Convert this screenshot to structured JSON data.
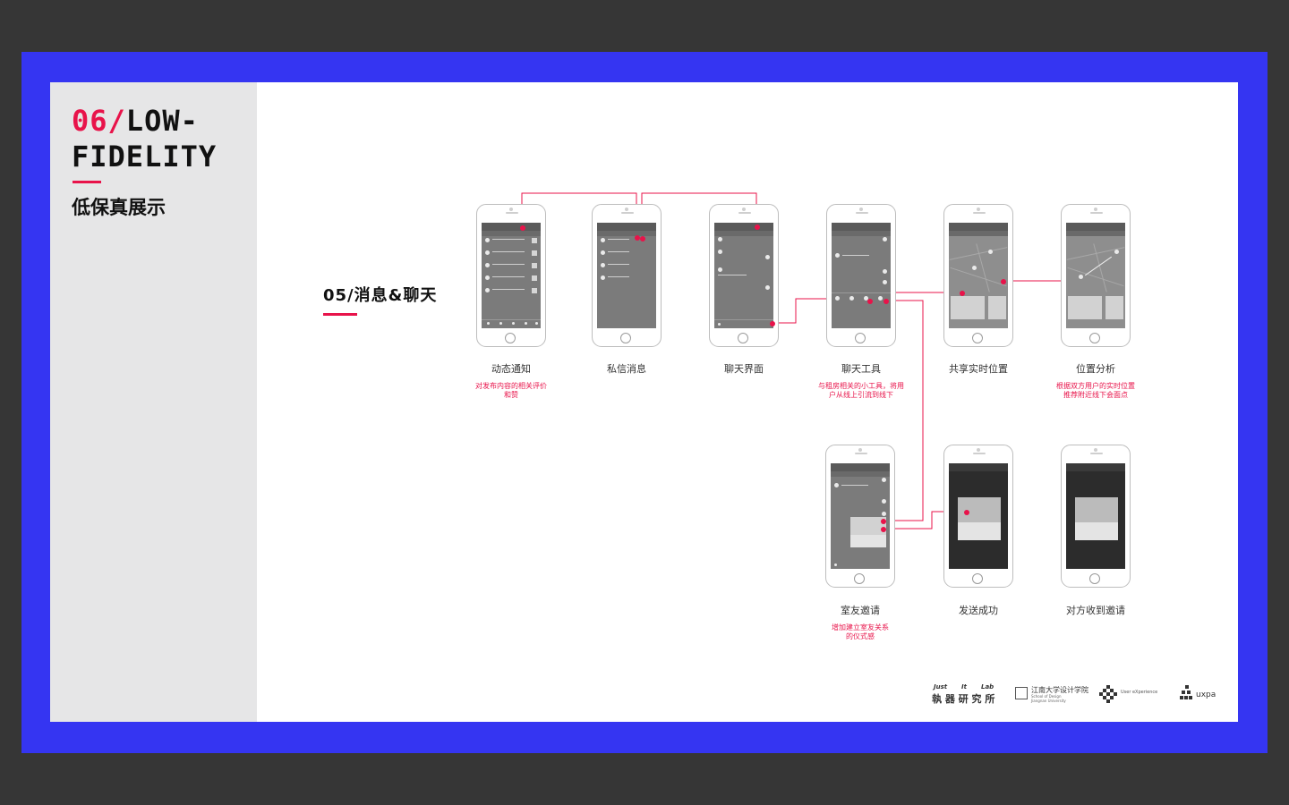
{
  "header": {
    "number": "06/",
    "title_line1": "LOW-",
    "title_line2": "FIDELITY",
    "subtitle_cn": "低保真展示"
  },
  "section": {
    "title": "05/消息&聊天"
  },
  "screens": [
    {
      "label": "动态通知",
      "note": "对发布内容的相关评价\n和赞"
    },
    {
      "label": "私信消息",
      "note": ""
    },
    {
      "label": "聊天界面",
      "note": ""
    },
    {
      "label": "聊天工具",
      "note": "与租房相关的小工具，将用\n户从线上引流到线下"
    },
    {
      "label": "共享实时位置",
      "note": ""
    },
    {
      "label": "位置分析",
      "note": "根据双方用户的实时位置\n推荐附近线下会面点"
    },
    {
      "label": "室友邀请",
      "note": "增加建立室友关系\n的仪式感"
    },
    {
      "label": "发送成功",
      "note": ""
    },
    {
      "label": "对方收到邀请",
      "note": ""
    }
  ],
  "logos": {
    "lab_top_just": "Just",
    "lab_top_it": "It",
    "lab_top_lab": "Lab",
    "lab_cn": "執 器 研 究 所",
    "school_cn": "江南大学设计学院",
    "school_en": "School of Design\nJiangnan University",
    "ux_label": "User eXperience",
    "uxpa_label": "uxpa"
  },
  "colors": {
    "accent": "#e8134a",
    "frame": "#3535f2",
    "sidebar": "#e6e6e7",
    "outer": "#363636"
  }
}
